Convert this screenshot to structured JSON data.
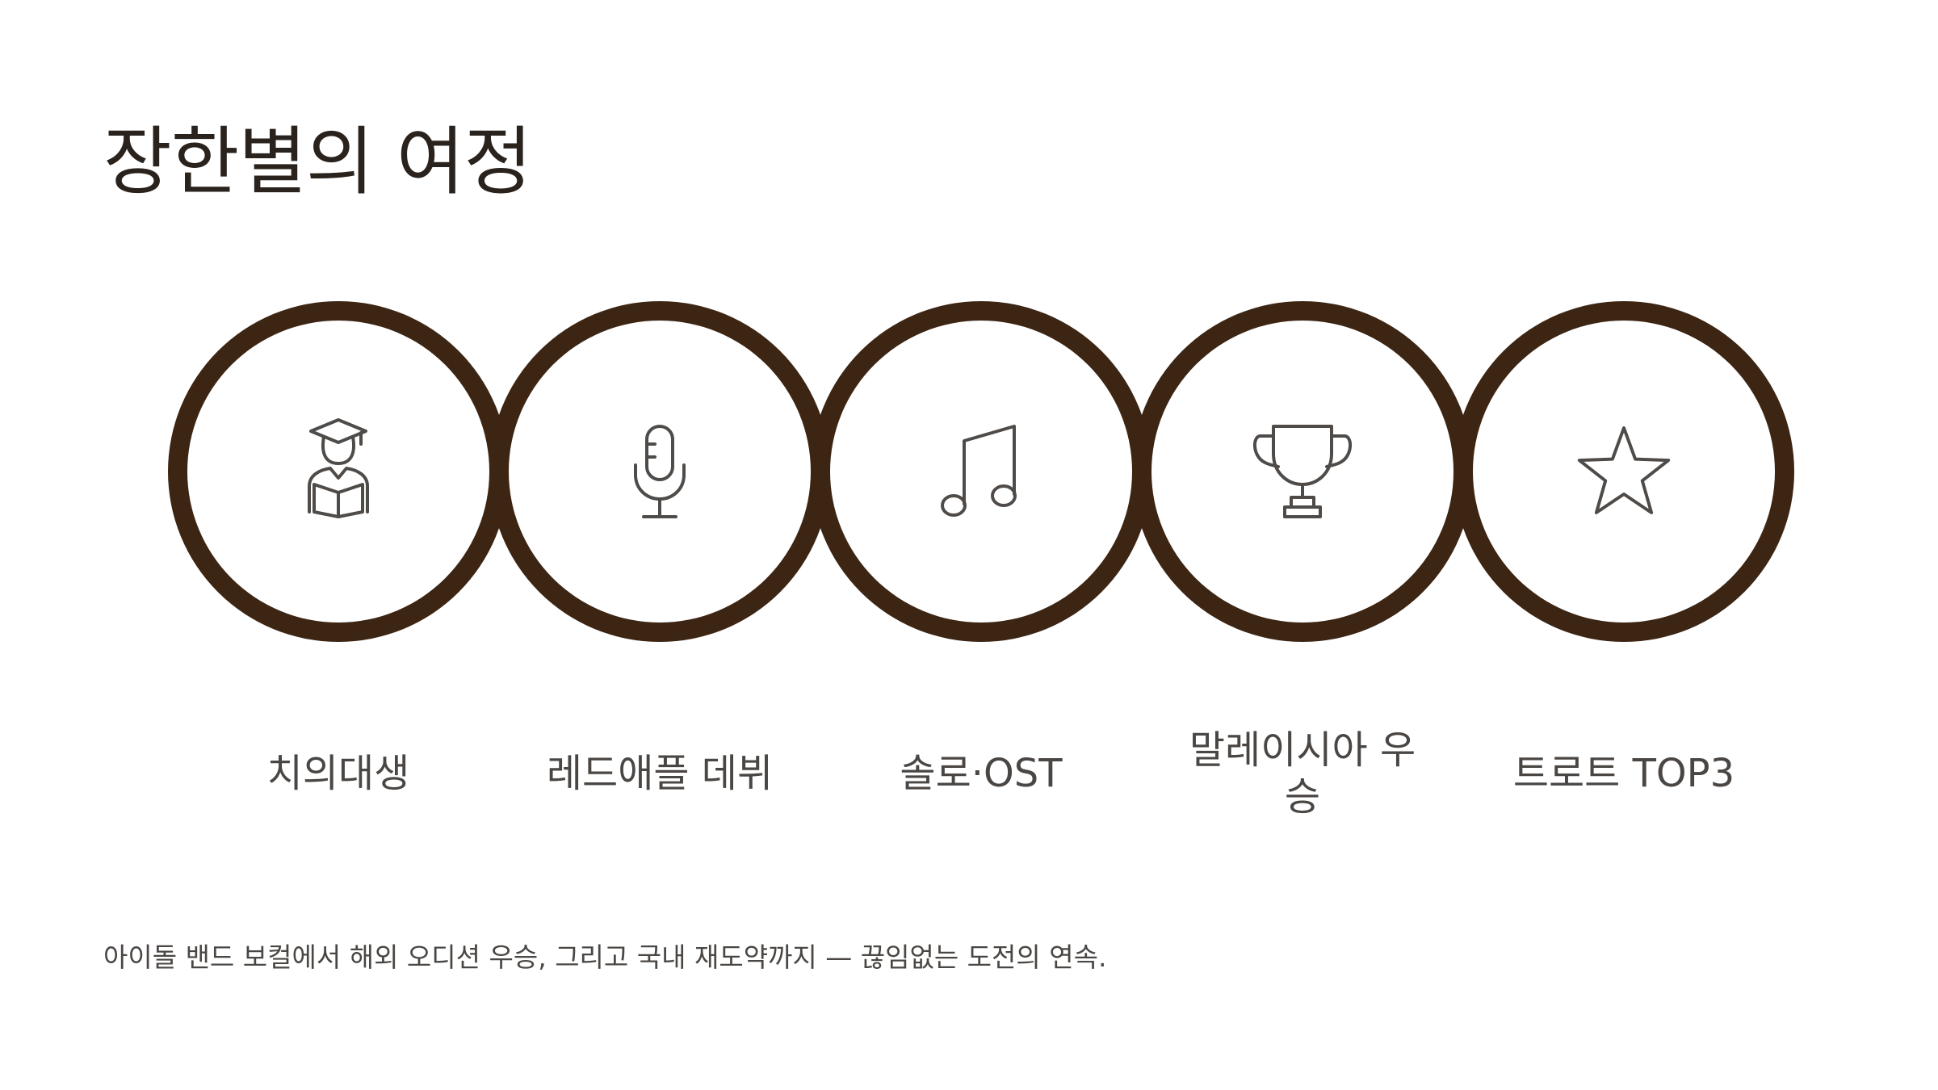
{
  "title": "장한별의 여정",
  "colors": {
    "ring": "#3d2514",
    "icon": "#4f4b48",
    "label": "#4a4643",
    "title": "#2a221c"
  },
  "steps": [
    {
      "icon": "graduate-reading-icon",
      "label": "치의대생"
    },
    {
      "icon": "microphone-icon",
      "label": "레드애플 데뷔"
    },
    {
      "icon": "music-note-icon",
      "label": "솔로·OST"
    },
    {
      "icon": "trophy-icon",
      "label": "말레이시아 우\n승"
    },
    {
      "icon": "star-icon",
      "label": "트로트 TOP3"
    }
  ],
  "footer": "아이돌 밴드 보컬에서 해외 오디션 우승, 그리고 국내 재도약까지 — 끊임없는 도전의 연속."
}
